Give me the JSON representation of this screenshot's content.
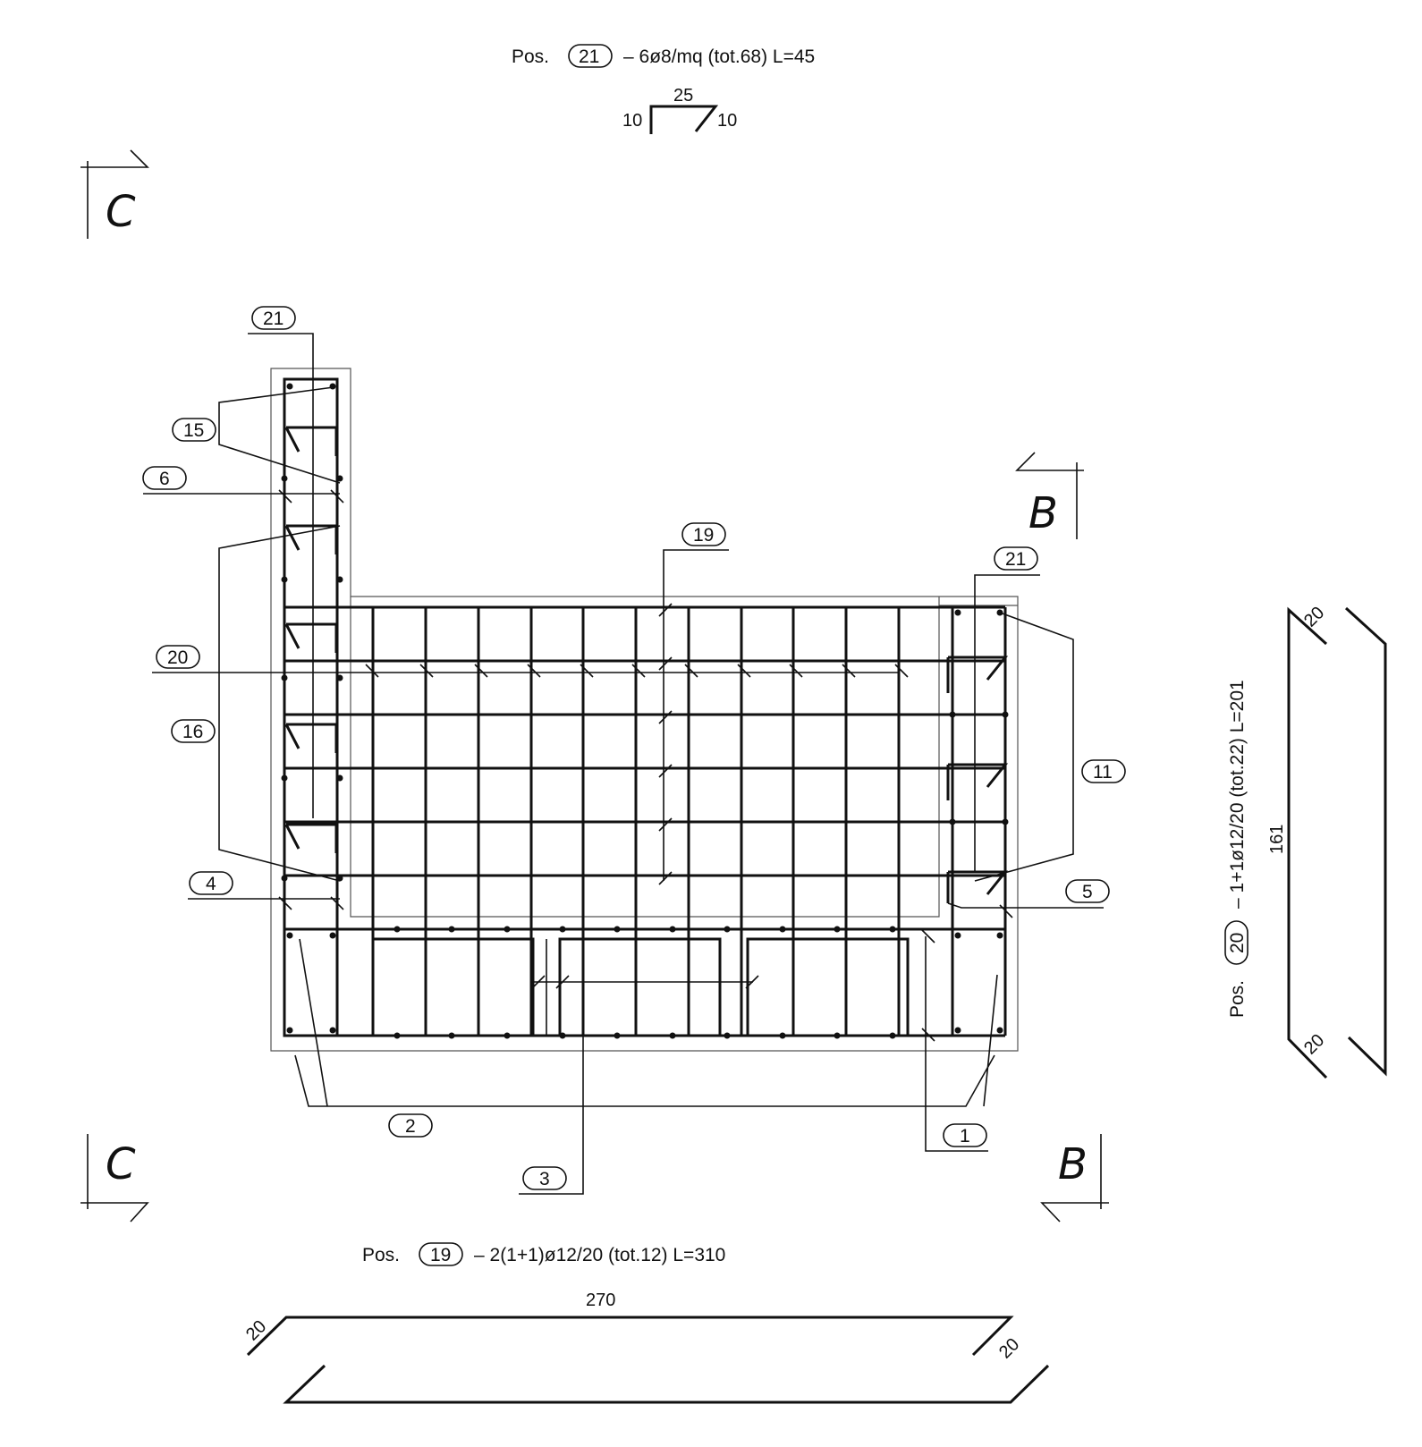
{
  "pos21": {
    "prefix": "Pos.",
    "num": "21",
    "desc": "– 6ø8/mq  (tot.68)  L=45",
    "dim_top": "25",
    "dim_left": "10",
    "dim_right": "10"
  },
  "pos20": {
    "prefix": "Pos.",
    "num": "20",
    "desc": "– 1+1ø12/20  (tot.22)  L=201",
    "dim_side": "161",
    "dim_top": "20",
    "dim_bottom": "20"
  },
  "pos19": {
    "prefix": "Pos.",
    "num": "19",
    "desc": "– 2(1+1)ø12/20  (tot.12)  L=310",
    "dim_top": "270",
    "dim_left": "20",
    "dim_right": "20"
  },
  "sections": {
    "c_top": "C",
    "c_bottom": "C",
    "b_top": "B",
    "b_bottom": "B"
  },
  "callouts": {
    "c21a": "21",
    "c15": "15",
    "c6": "6",
    "c19": "19",
    "c21b": "21",
    "c20": "20",
    "c16": "16",
    "c11": "11",
    "c4": "4",
    "c5": "5",
    "c2": "2",
    "c1": "1",
    "c3": "3"
  }
}
